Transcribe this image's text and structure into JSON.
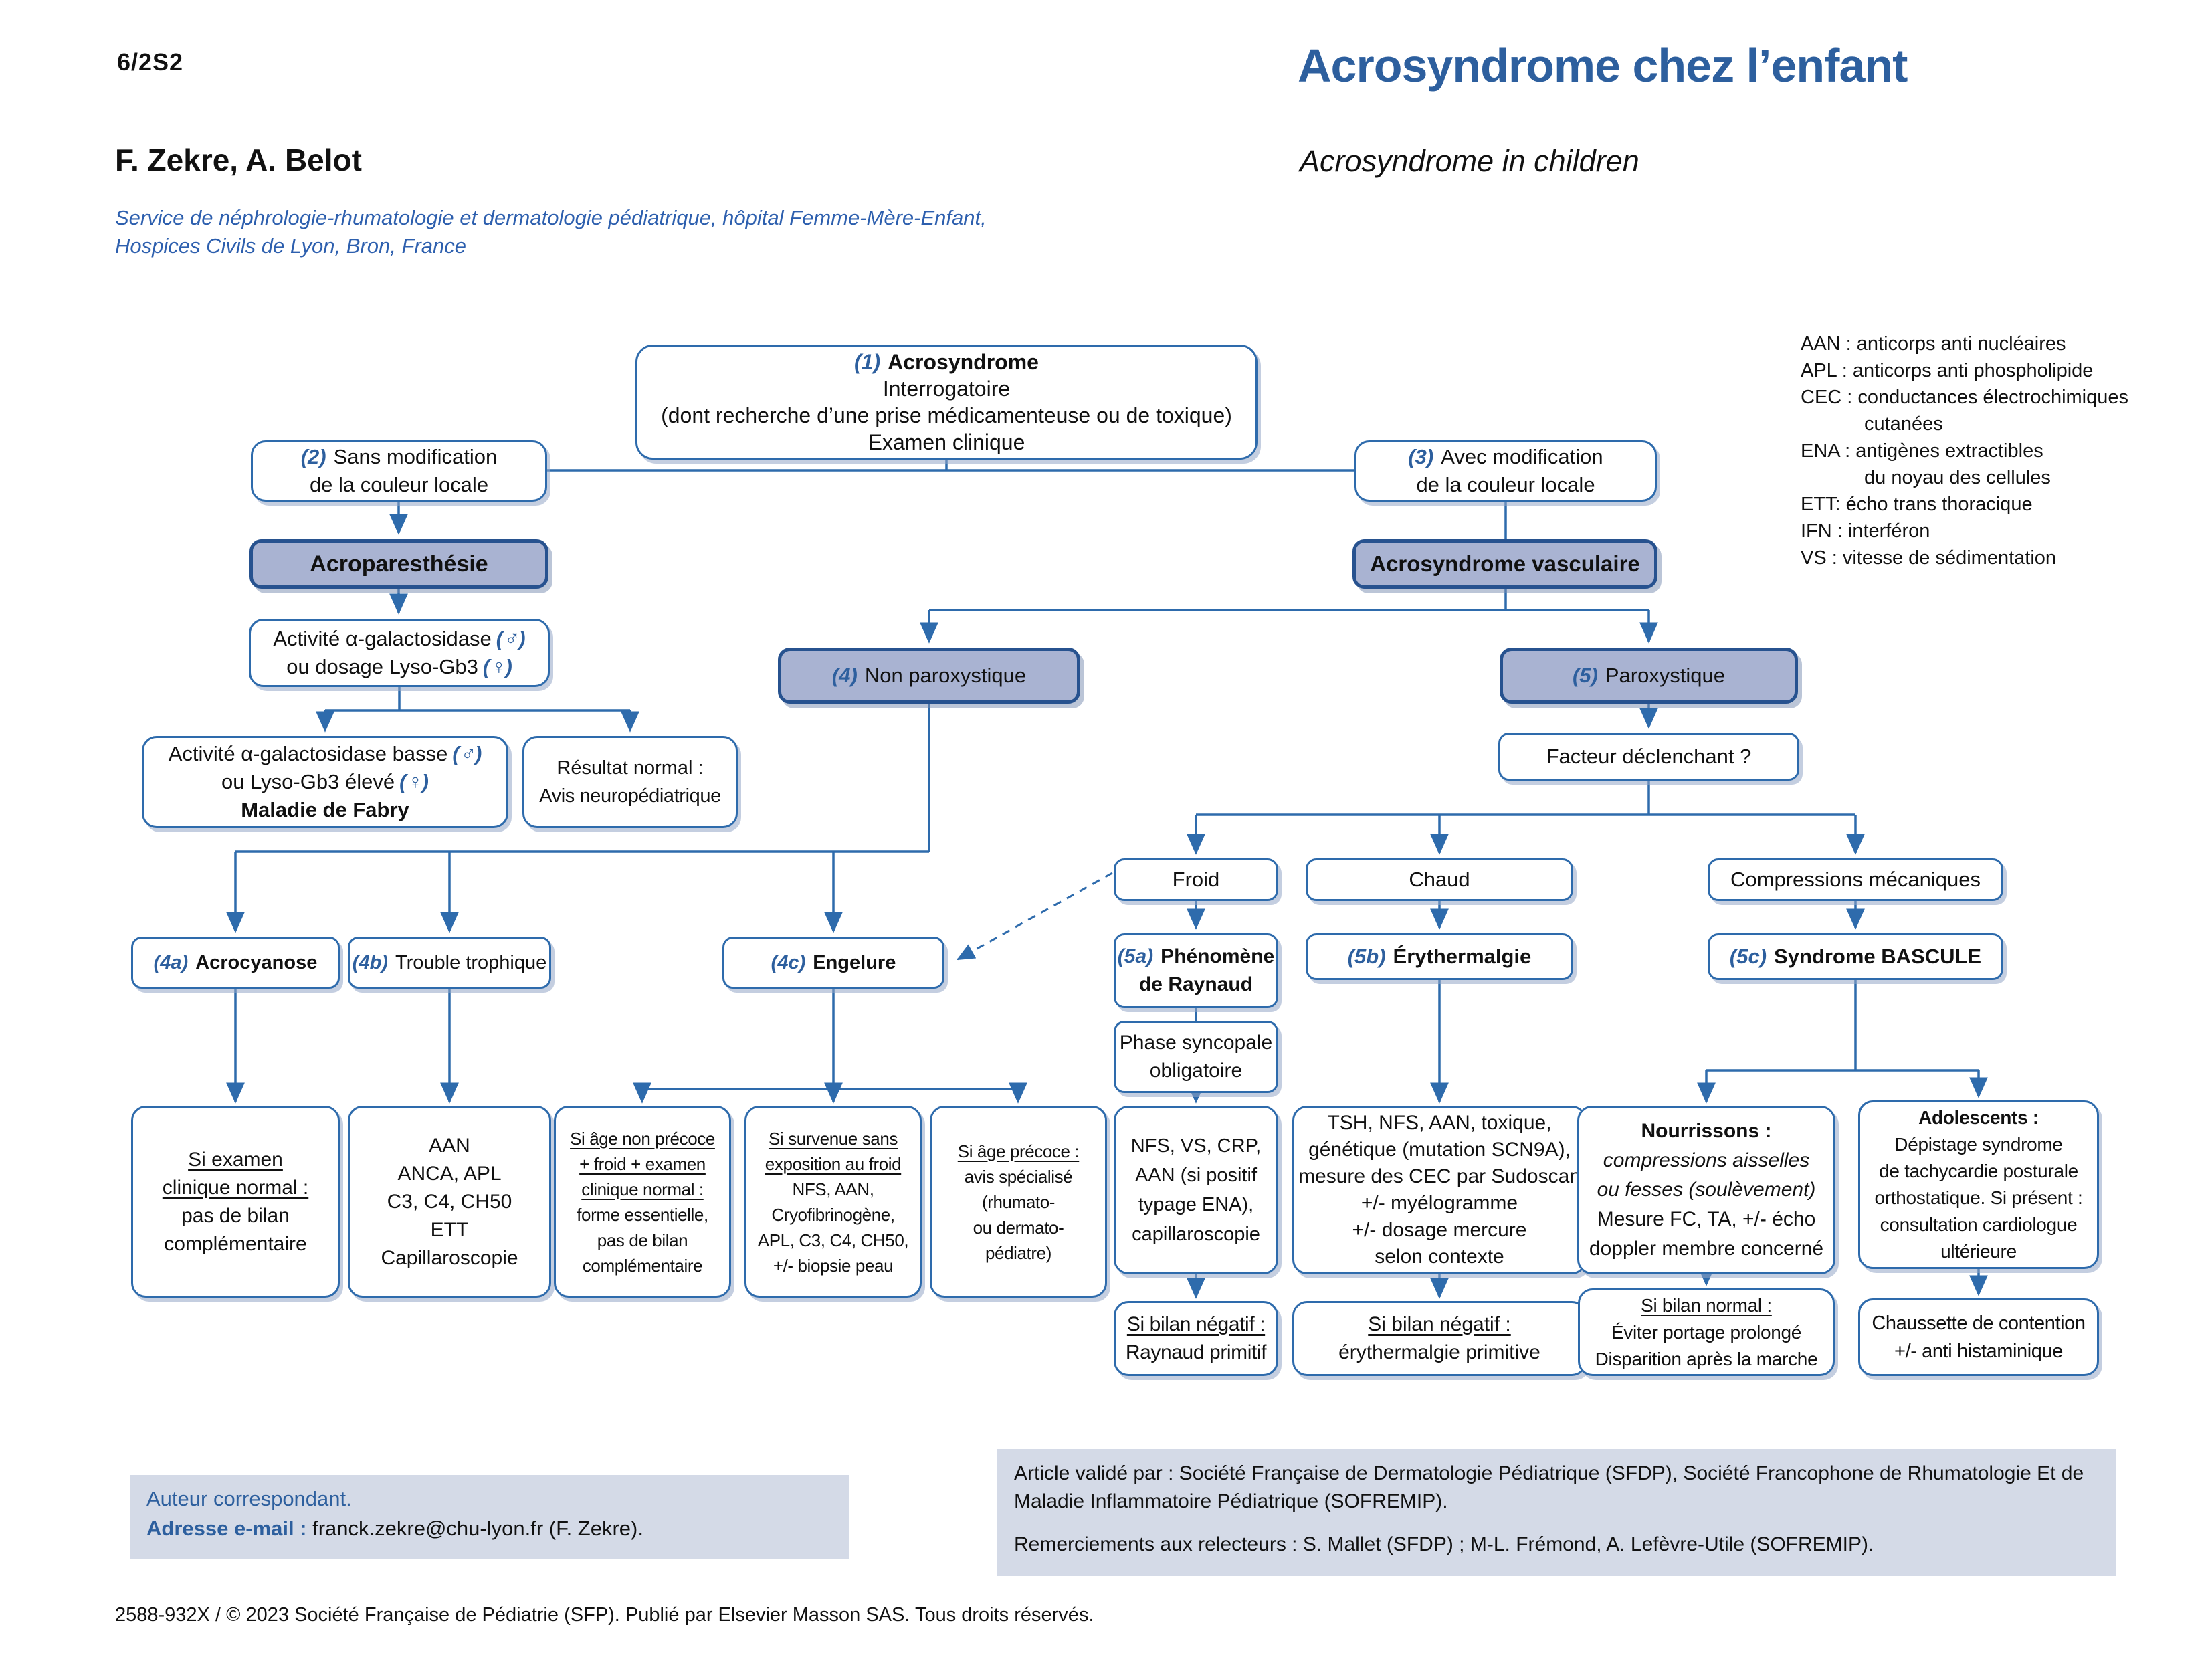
{
  "page": {
    "code": "6/2S2",
    "authors": "F. Zekre, A. Belot",
    "affiliation_line1": "Service de néphrologie-rhumatologie et dermatologie pédiatrique, hôpital Femme-Mère-Enfant,",
    "affiliation_line2": "Hospices Civils de Lyon, Bron, France",
    "title_fr": "Acrosyndrome chez l’enfant",
    "title_en": "Acrosyndrome in children",
    "copyright": "2588-932X / © 2023 Société Française de Pédiatrie (SFP). Publié par Elsevier Masson SAS. Tous droits réservés."
  },
  "legend": {
    "lines": [
      "AAN : anticorps anti nucléaires",
      "APL : anticorps anti phospholipide",
      "CEC : conductances électrochimiques",
      "cutanées",
      "ENA : antigènes extractibles",
      "du noyau des cellules",
      "ETT: écho trans thoracique",
      "IFN : interféron",
      "VS : vitesse de sédimentation"
    ]
  },
  "flow": {
    "acrosyndrome": {
      "num": "(1)",
      "title": "Acrosyndrome",
      "line2": "Interrogatoire",
      "line3": "(dont recherche d’une prise médicamenteuse ou de toxique)",
      "line4": "Examen clinique"
    },
    "sans_modif": {
      "num": "(2)",
      "line1": "Sans modification",
      "line2": "de la couleur locale"
    },
    "avec_modif": {
      "num": "(3)",
      "line1": "Avec modification",
      "line2": "de la couleur locale"
    },
    "acroparesthesie": {
      "label": "Acroparesthésie"
    },
    "acro_vasculaire": {
      "label": "Acrosyndrome vasculaire"
    },
    "agal_test": {
      "line1": "Activité α-galactosidase",
      "sym1": "(♂)",
      "line2": "ou dosage Lyso-Gb3",
      "sym2": "(♀)"
    },
    "fabry": {
      "line1": "Activité α-galactosidase basse",
      "sym1": "(♂)",
      "line2": "ou Lyso-Gb3 élevé",
      "sym2": "(♀)",
      "line3": "Maladie de Fabry"
    },
    "resultat_normal": {
      "line1": "Résultat normal :",
      "line2": "Avis neuropédiatrique"
    },
    "non_paroxystique": {
      "num": "(4)",
      "label": "Non paroxystique"
    },
    "paroxystique": {
      "num": "(5)",
      "label": "Paroxystique"
    },
    "facteur": {
      "label": "Facteur déclenchant ?"
    },
    "froid": {
      "label": "Froid"
    },
    "chaud": {
      "label": "Chaud"
    },
    "compressions": {
      "label": "Compressions mécaniques"
    },
    "acrocyanose": {
      "num": "(4a)",
      "label": "Acrocyanose"
    },
    "trouble": {
      "num": "(4b)",
      "label": "Trouble trophique"
    },
    "engelure": {
      "num": "(4c)",
      "label": "Engelure"
    },
    "raynaud": {
      "num": "(5a)",
      "line1": "Phénomène",
      "line2": "de Raynaud"
    },
    "erythermalgie": {
      "num": "(5b)",
      "label": "Érythermalgie"
    },
    "bascule": {
      "num": "(5c)",
      "label": "Syndrome BASCULE"
    },
    "phase_syncopale": {
      "line1": "Phase syncopale",
      "line2": "obligatoire"
    },
    "exam_normal": {
      "u1": "Si examen",
      "u2": "clinique normal :",
      "line3": "pas de bilan",
      "line4": "complémentaire"
    },
    "bilan_aan": {
      "line1": "AAN",
      "line2": "ANCA, APL",
      "line3": "C3, C4, CH50",
      "line4": "ETT",
      "line5": "Capillaroscopie"
    },
    "age_non_precoce": {
      "u1": "Si âge non précoce",
      "u2": "+ froid + examen",
      "u3": "clinique normal :",
      "line4": "forme essentielle,",
      "line5": "pas de bilan",
      "line6": "complémentaire"
    },
    "sans_froid": {
      "u1": "Si survenue sans",
      "u2": "exposition au froid",
      "line3": "NFS, AAN,",
      "line4": "Cryofibrinogène,",
      "line5": "APL, C3, C4, CH50,",
      "line6": "+/- biopsie peau"
    },
    "age_precoce": {
      "u1": "Si âge précoce :",
      "line2": "avis spécialisé",
      "line3": "(rhumato-",
      "line4": "ou dermato-",
      "line5": "pédiatre)"
    },
    "bilan_raynaud": {
      "line1": "NFS, VS, CRP,",
      "line2": "AAN (si positif",
      "line3": "typage ENA),",
      "line4": "capillaroscopie"
    },
    "bilan_erythermalgie": {
      "line1": "TSH, NFS, AAN, toxique,",
      "line2": "génétique (mutation SCN9A),",
      "line3": "mesure des CEC par Sudoscan",
      "line4": "+/- myélogramme",
      "line5": "+/- dosage mercure",
      "line6": "selon contexte"
    },
    "nourrissons": {
      "b1": "Nourrissons :",
      "i2": "compressions aisselles",
      "i3": "ou fesses (soulèvement)",
      "line4": "Mesure FC, TA, +/- écho",
      "line5": "doppler membre concerné"
    },
    "adolescents": {
      "b1": "Adolescents :",
      "line2": "Dépistage syndrome",
      "line3": "de tachycardie posturale",
      "line4": "orthostatique. Si présent :",
      "line5": "consultation cardiologue",
      "line6": "ultérieure"
    },
    "raynaud_primitif": {
      "u1": "Si bilan négatif :",
      "line2": "Raynaud primitif"
    },
    "erythermalgie_primitive": {
      "u1": "Si bilan négatif :",
      "line2": "érythermalgie primitive"
    },
    "bilan_normal": {
      "u1": "Si bilan normal :",
      "line2": "Éviter portage prolongé",
      "line3": "Disparition après la marche"
    },
    "chaussette": {
      "line1": "Chaussette de contention",
      "line2": "+/- anti histaminique"
    }
  },
  "footer": {
    "auteur_line1": "Auteur correspondant.",
    "auteur_label": "Adresse e-mail :",
    "auteur_email": " franck.zekre@chu-lyon.fr (F. Zekre).",
    "valide_p1": "Article validé par : Société Française de Dermatologie Pédiatrique (SFDP), Société Francophone de Rhumatologie Et de Maladie Inflammatoire Pédiatrique (SOFREMIP).",
    "valide_p2": "Remerciements aux relecteurs : S. Mallet (SFDP) ; M-L. Frémond, A. Lefèvre-Utile (SOFREMIP)."
  },
  "colors": {
    "accent_blue": "#2e6bac",
    "title_blue": "#2d5f9e",
    "fill_periwinkle": "#a9b3d2",
    "panel_gray": "#d4dae7"
  }
}
